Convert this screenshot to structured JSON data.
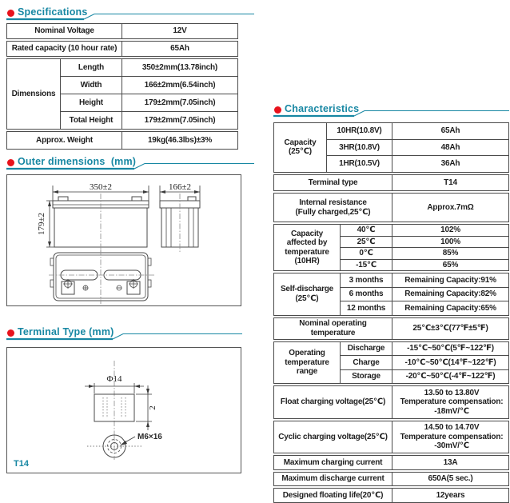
{
  "colors": {
    "accent": "#1787a3",
    "bullet": "#e8121c",
    "table_border": "#4b4b4b"
  },
  "sections": {
    "specifications": {
      "title": "Specifications"
    },
    "outer_dimensions": {
      "title": "Outer dimensions  (mm)"
    },
    "terminal_type": {
      "title": "Terminal Type (mm)"
    },
    "characteristics": {
      "title": "Characteristics"
    }
  },
  "spec_table": {
    "rows_top": [
      {
        "label": "Nominal Voltage",
        "value": "12V"
      },
      {
        "label": "Rated capacity (10 hour rate)",
        "value": "65Ah"
      }
    ],
    "dimensions_label": "Dimensions",
    "dimension_rows": [
      {
        "label": "Length",
        "value": "350±2mm(13.78inch)"
      },
      {
        "label": "Width",
        "value": "166±2mm(6.54inch)"
      },
      {
        "label": "Height",
        "value": "179±2mm(7.05inch)"
      },
      {
        "label": "Total Height",
        "value": "179±2mm(7.05inch)"
      }
    ],
    "weight": {
      "label": "Approx. Weight",
      "value": "19kg(46.3lbs)±3%"
    }
  },
  "outer_drawing": {
    "width_label": "350±2",
    "depth_label": "166±2",
    "height_label": "179±2"
  },
  "terminal_drawing": {
    "diameter_label": "Φ14",
    "height_label": "2",
    "thread_label": "M6×16",
    "terminal_name": "T14"
  },
  "char_table": {
    "capacity": {
      "label": "Capacity\n(25℃)",
      "rows": [
        {
          "sub": "10HR(10.8V)",
          "value": "65Ah"
        },
        {
          "sub": "3HR(10.8V)",
          "value": "48Ah"
        },
        {
          "sub": "1HR(10.5V)",
          "value": "36Ah"
        }
      ]
    },
    "terminal": {
      "label": "Terminal type",
      "value": "T14"
    },
    "internal_resistance": {
      "label": "Internal resistance\n(Fully charged,25℃)",
      "value": "Approx.7mΩ"
    },
    "capacity_temp": {
      "label": "Capacity\naffected by\ntemperature\n(10HR)",
      "rows": [
        {
          "sub": "40℃",
          "value": "102%"
        },
        {
          "sub": "25℃",
          "value": "100%"
        },
        {
          "sub": "0℃",
          "value": "85%"
        },
        {
          "sub": "-15℃",
          "value": "65%"
        }
      ]
    },
    "self_discharge": {
      "label": "Self-discharge\n(25℃)",
      "rows": [
        {
          "sub": "3 months",
          "value": "Remaining Capacity:91%"
        },
        {
          "sub": "6 months",
          "value": "Remaining Capacity:82%"
        },
        {
          "sub": "12 months",
          "value": "Remaining Capacity:65%"
        }
      ]
    },
    "nominal_temp": {
      "label": "Nominal operating\ntemperature",
      "value": "25℃±3℃(77℉±5℉)"
    },
    "operating_range": {
      "label": "Operating\ntemperature\nrange",
      "rows": [
        {
          "sub": "Discharge",
          "value": "-15℃~50℃(5℉~122℉)"
        },
        {
          "sub": "Charge",
          "value": "-10℃~50℃(14℉~122℉)"
        },
        {
          "sub": "Storage",
          "value": "-20℃~50℃(-4℉~122℉)"
        }
      ]
    },
    "float_charging": {
      "label": "Float charging voltage(25℃)",
      "value": "13.50 to 13.80V\nTemperature compensation:\n-18mV/℃"
    },
    "cyclic_charging": {
      "label": "Cyclic charging voltage(25℃)",
      "value": "14.50 to 14.70V\nTemperature compensation:\n-30mV/℃"
    },
    "max_charge_current": {
      "label": "Maximum charging current",
      "value": "13A"
    },
    "max_discharge_current": {
      "label": "Maximum discharge current",
      "value": "650A(5 sec.)"
    },
    "floating_life": {
      "label": "Designed floating life(20℃)",
      "value": "12years"
    }
  }
}
